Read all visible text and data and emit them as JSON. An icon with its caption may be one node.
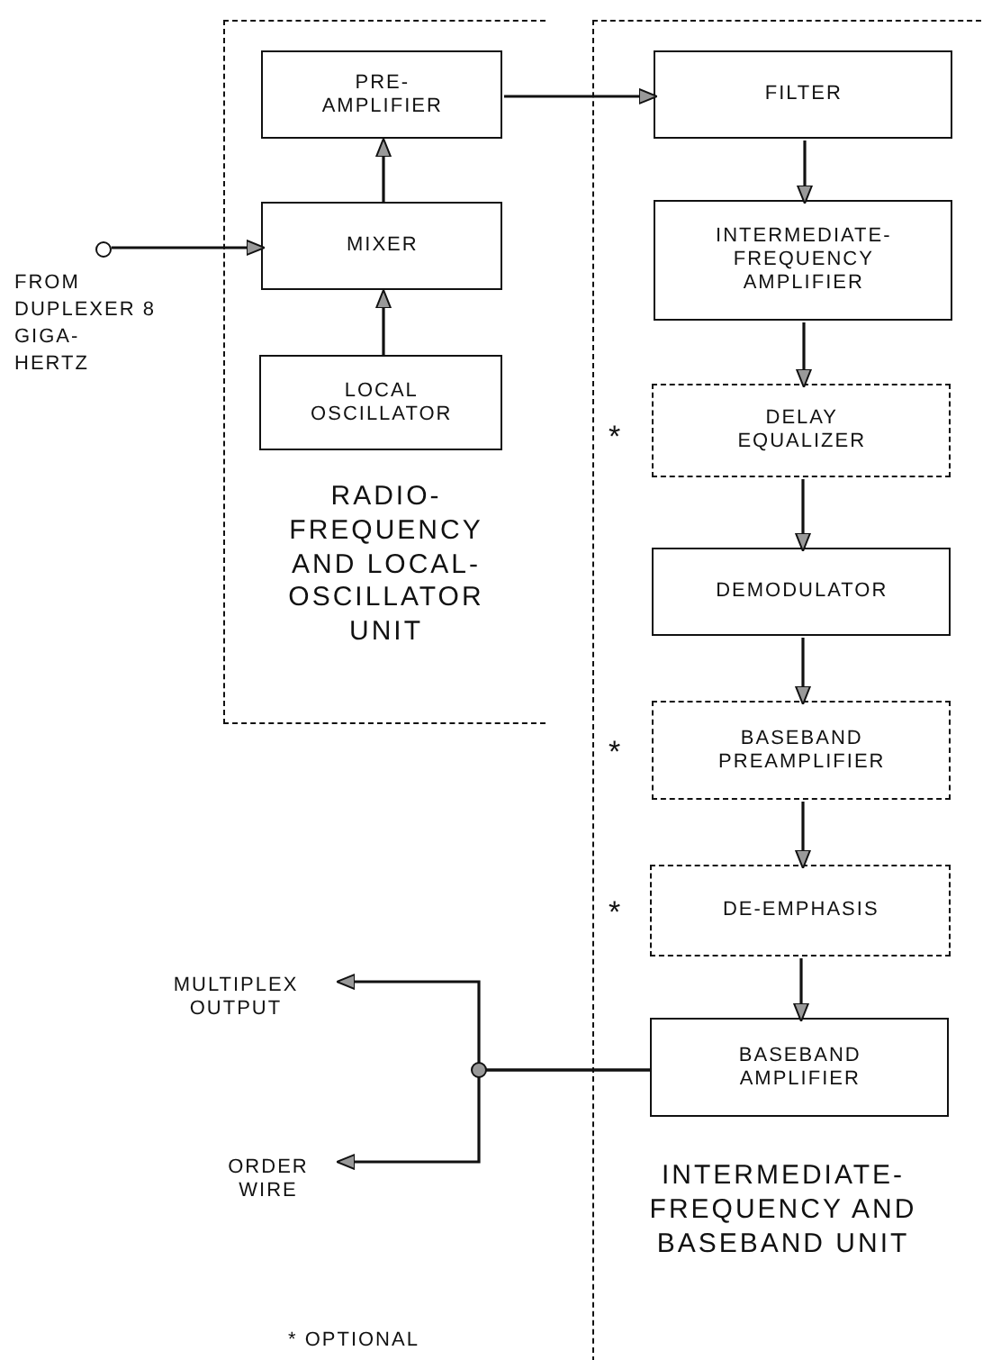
{
  "diagram": {
    "nodes": [
      {
        "text": [
          "RADIO- FREQUENCY AND LOCAL- OSCILLATOR UNIT"
        ]
      },
      {
        "text": [
          "PRE- AMPLIFIER"
        ],
        "in": 0
      },
      {
        "text": [
          "MIXER"
        ],
        "in": 0
      },
      {
        "text": [
          "LOCAL OSCILLATOR"
        ],
        "in": 0
      },
      {
        "text": [
          "INTERMEDIATE- FREQUENCY AND BASEBAND UNIT"
        ]
      },
      {
        "text": [
          "FILTER"
        ],
        "in": 4
      },
      {
        "text": [
          "INTERMEDIATE- FREQUENCY AMPLIFIER"
        ],
        "in": 4
      },
      {
        "text": [
          "DELAY EQUALIZER"
        ],
        "in": 4,
        "beside": [
          "*"
        ]
      },
      {
        "text": [
          "DEMODULATOR"
        ],
        "in": 4
      },
      {
        "text": [
          "BASEBAND PREAMPLIFIER"
        ],
        "in": 4,
        "beside": [
          "*"
        ]
      },
      {
        "text": [
          "DE-EMPHASIS"
        ],
        "in": 4,
        "beside": [
          "*"
        ]
      },
      {
        "text": [
          "BASEBAND AMPLIFIER"
        ],
        "in": 4
      },
      {
        "text": [],
        "shape": "circle",
        "beside": [
          "FROM DUPLEXER 8 GIGA- HERTZ"
        ]
      },
      {
        "text": [
          "MULTIPLEX OUTPUT"
        ]
      },
      {
        "text": [
          "ORDER WIRE"
        ]
      }
    ],
    "edges": [
      {
        "from": 12,
        "to": 2,
        "arrow": "to"
      },
      {
        "from": 3,
        "to": 2,
        "arrow": "to"
      },
      {
        "from": 2,
        "to": 1,
        "arrow": "to"
      },
      {
        "from": 1,
        "to": 5,
        "arrow": "to"
      },
      {
        "from": 5,
        "to": 6,
        "arrow": "to"
      },
      {
        "from": 6,
        "to": 7,
        "arrow": "to"
      },
      {
        "from": 7,
        "to": 8,
        "arrow": "to"
      },
      {
        "from": 8,
        "to": 9,
        "arrow": "to"
      },
      {
        "from": 9,
        "to": 10,
        "arrow": "to"
      },
      {
        "from": 10,
        "to": 11,
        "arrow": "to"
      },
      {
        "from": 11,
        "to": 13,
        "arrow": "to"
      },
      {
        "from": 11,
        "to": 14,
        "arrow": "to"
      }
    ],
    "labels": [
      "* OPTIONAL"
    ]
  }
}
